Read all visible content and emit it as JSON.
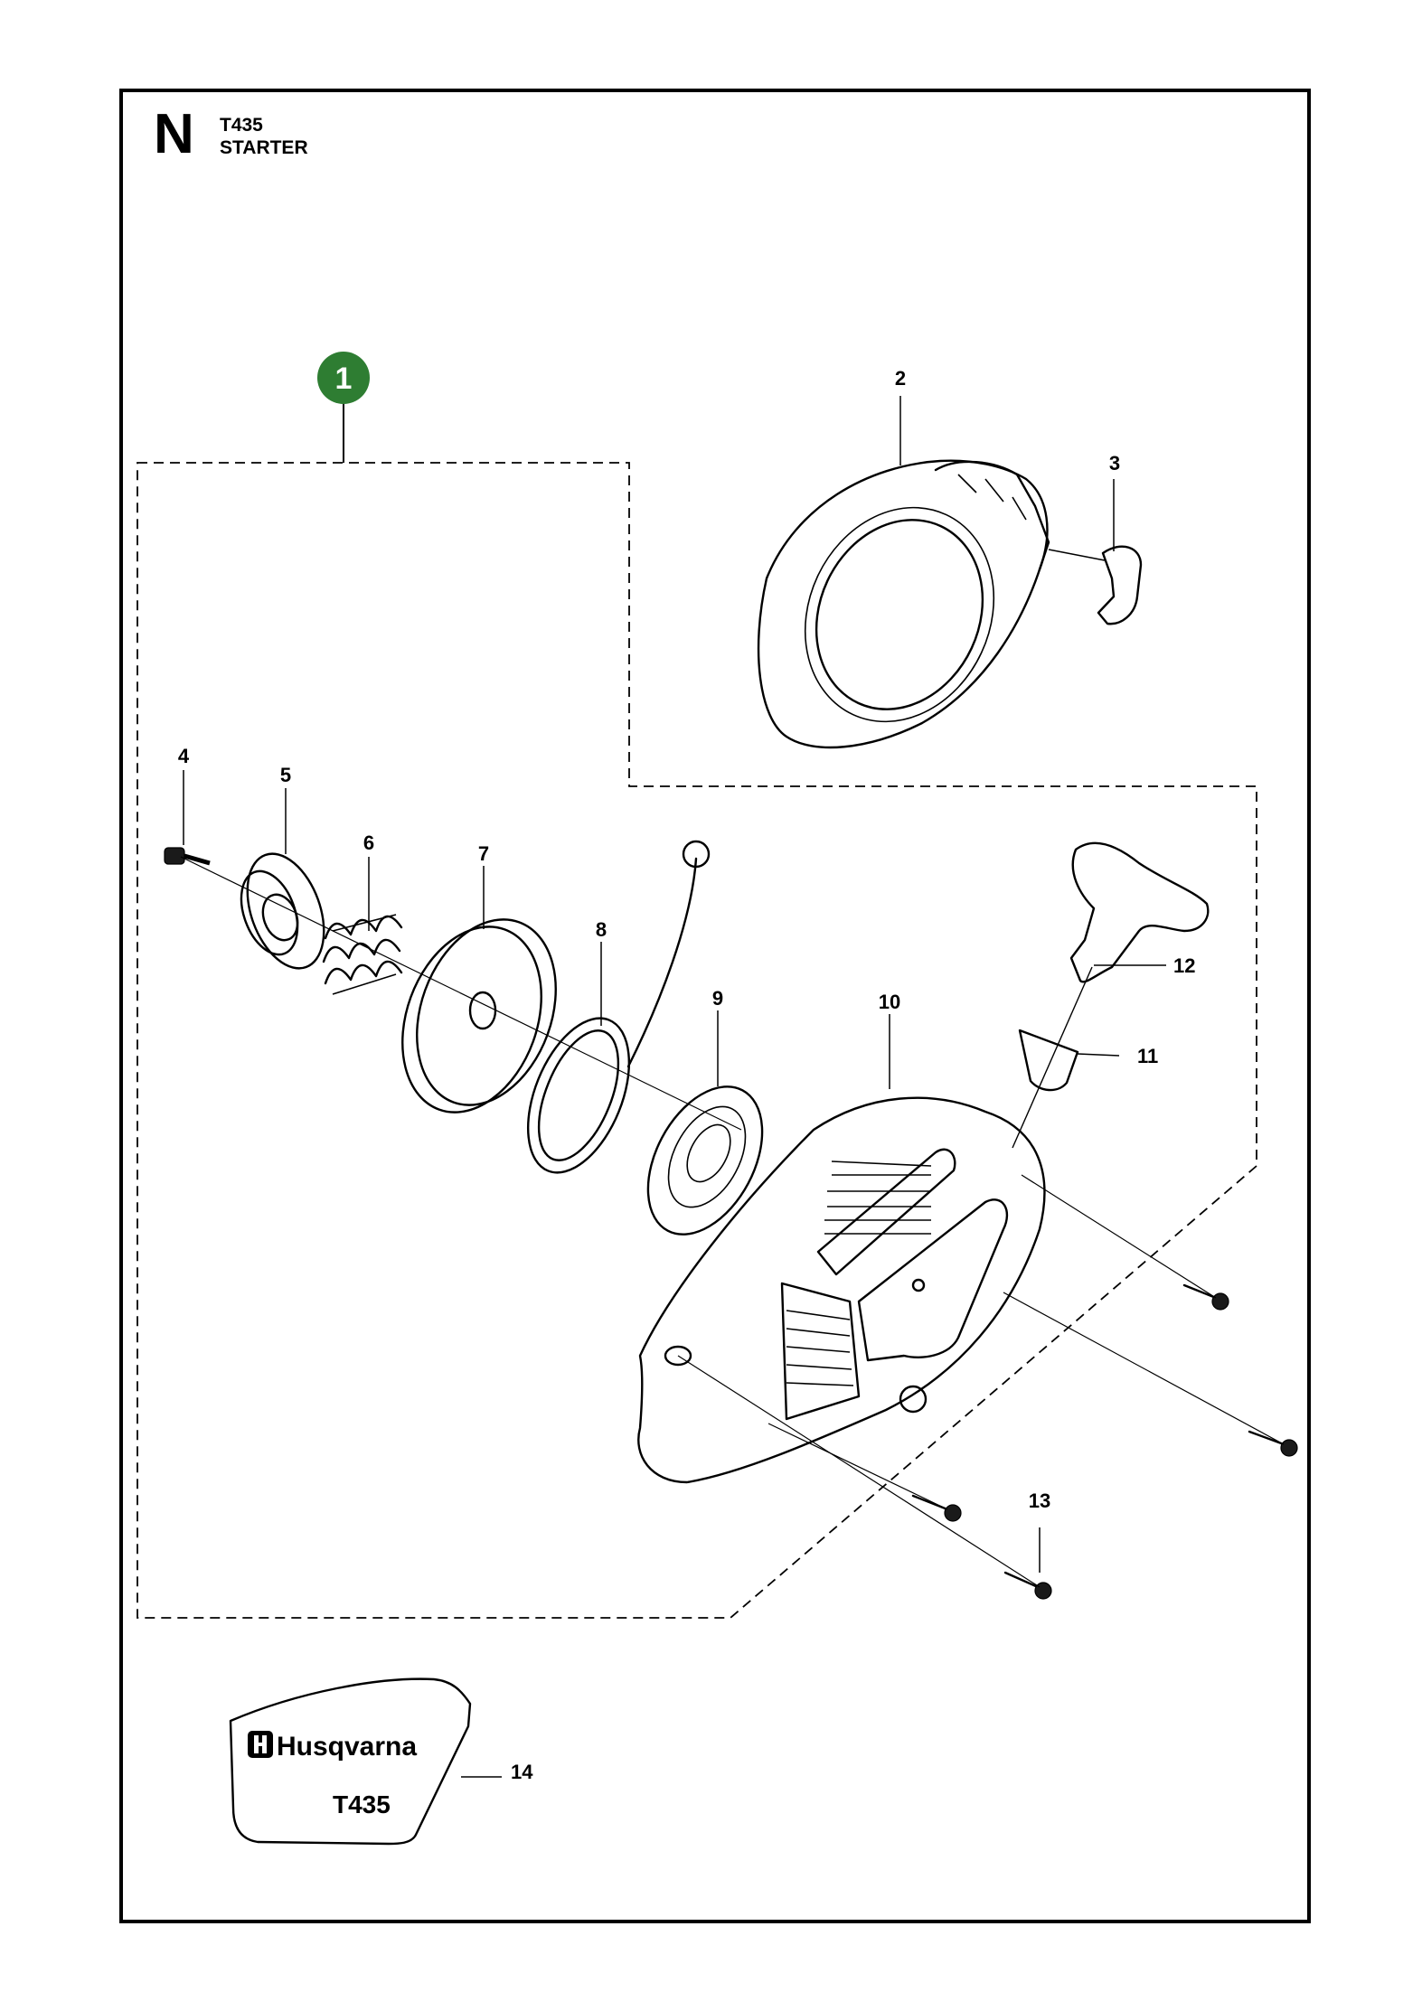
{
  "header": {
    "section_letter": "N",
    "model": "T435",
    "title": "STARTER"
  },
  "assembly": {
    "badge_number": "1",
    "badge_color": "#2e7d32"
  },
  "callouts": [
    "2",
    "3",
    "4",
    "5",
    "6",
    "7",
    "8",
    "9",
    "10",
    "11",
    "12",
    "13",
    "14"
  ],
  "decal": {
    "brand": "Husqvarna",
    "model": "T435"
  }
}
